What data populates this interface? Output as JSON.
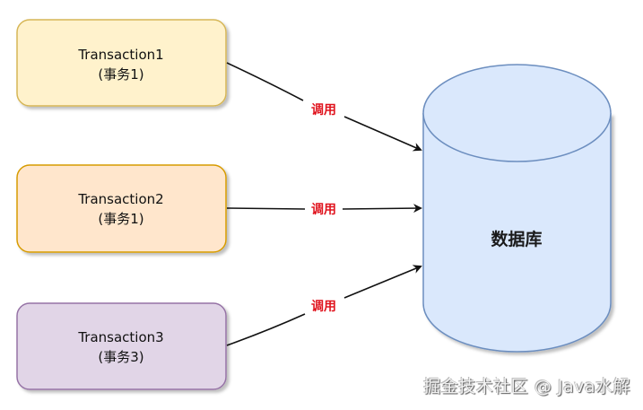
{
  "diagram": {
    "transactions": [
      {
        "title": "Transaction1",
        "subtitle": "(事务1)",
        "fill": "#fff2cc",
        "stroke": "#d6b656"
      },
      {
        "title": "Transaction2",
        "subtitle": "(事务1)",
        "fill": "#ffe6cc",
        "stroke": "#d79b00"
      },
      {
        "title": "Transaction3",
        "subtitle": "(事务3)",
        "fill": "#e1d5e7",
        "stroke": "#9673a6"
      }
    ],
    "edges": [
      {
        "from": "Transaction1",
        "to": "数据库",
        "label": "调用"
      },
      {
        "from": "Transaction2",
        "to": "数据库",
        "label": "调用"
      },
      {
        "from": "Transaction3",
        "to": "数据库",
        "label": "调用"
      }
    ],
    "database": {
      "label": "数据库",
      "fill": "#dae8fc",
      "stroke": "#6c8ebf"
    },
    "edge_label_color": "#e0141e"
  },
  "watermark": "掘金技术社区 @ Java水解"
}
